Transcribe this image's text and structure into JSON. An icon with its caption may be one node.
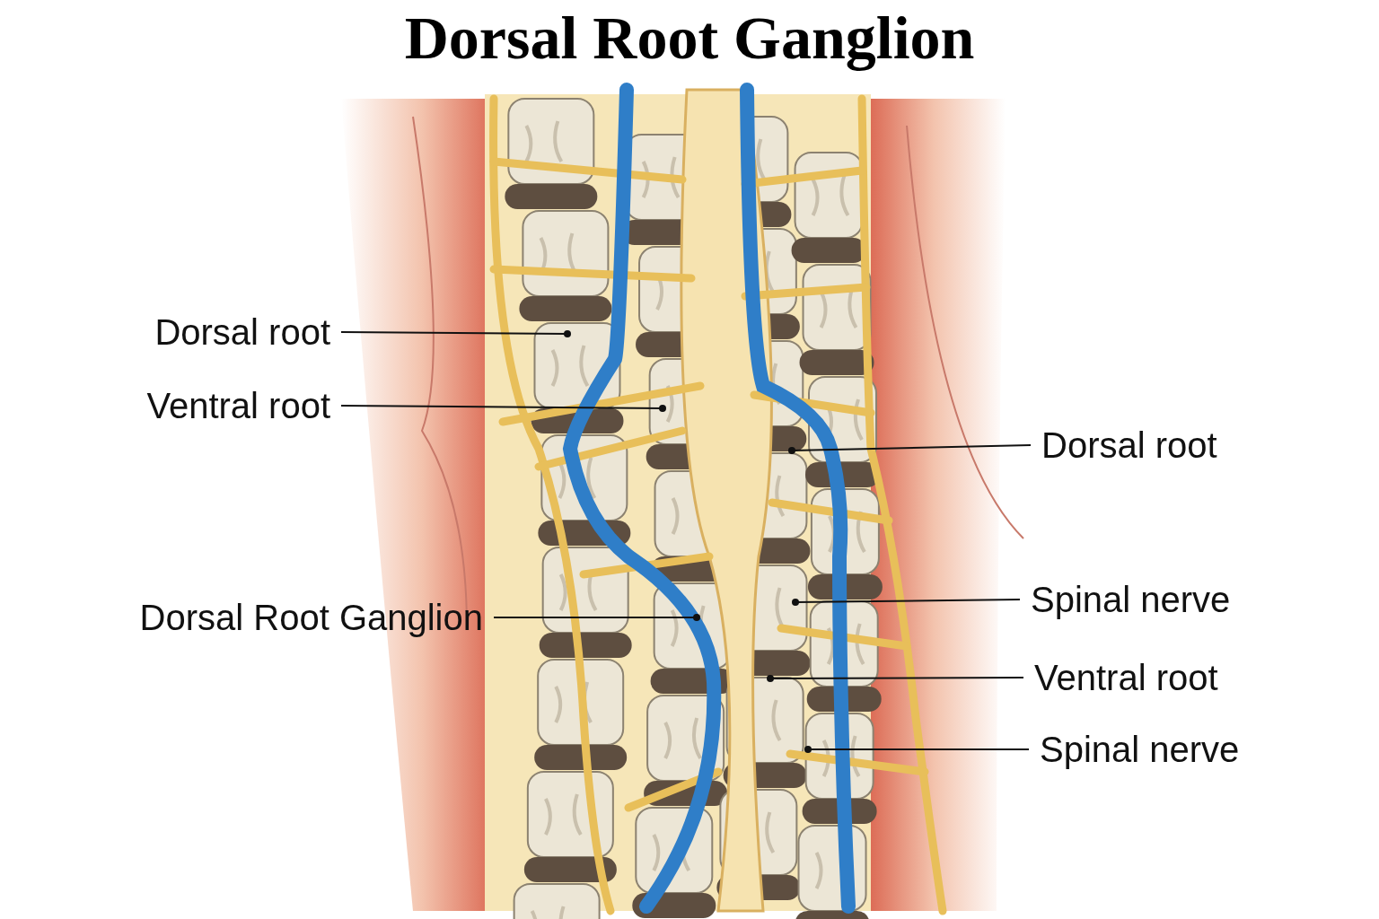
{
  "diagram": {
    "title": "Dorsal Root Ganglion",
    "nodes": [
      {
        "text": [
          "Dorsal root"
        ]
      },
      {
        "text": [
          "Ventral root"
        ]
      },
      {
        "text": [
          "Dorsal root"
        ]
      },
      {
        "text": [
          "Spinal nerve"
        ]
      },
      {
        "text": [
          "Dorsal Root Ganglion"
        ]
      },
      {
        "text": [
          "Ventral root"
        ]
      },
      {
        "text": [
          "Spinal nerve"
        ]
      }
    ],
    "edges": [
      {
        "from": 0,
        "to": null,
        "arrow": "other"
      },
      {
        "from": 1,
        "to": null,
        "arrow": "other"
      },
      {
        "from": 2,
        "to": null,
        "arrow": "other"
      },
      {
        "from": 3,
        "to": null,
        "arrow": "other"
      },
      {
        "from": 4,
        "to": null,
        "arrow": "other"
      },
      {
        "from": 5,
        "to": null,
        "arrow": "other"
      },
      {
        "from": 6,
        "to": null,
        "arrow": "other"
      }
    ]
  }
}
